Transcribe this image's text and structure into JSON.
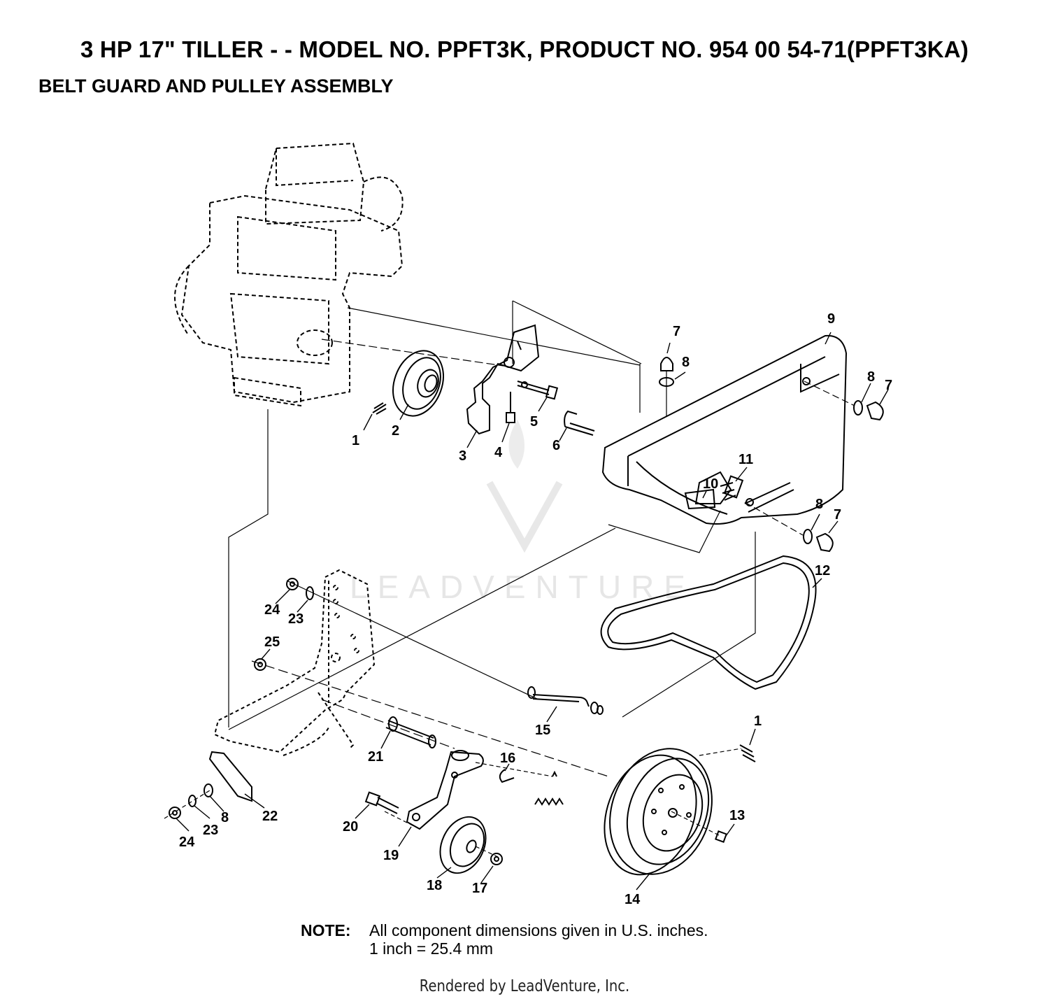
{
  "header": {
    "title": "3 HP 17\" TILLER - - MODEL NO. PPFT3K, PRODUCT NO. 954 00 54-71(PPFT3KA)",
    "subtitle": "BELT GUARD AND PULLEY ASSEMBLY"
  },
  "watermark": {
    "text": "LEADVENTURE"
  },
  "callouts": {
    "c1a": "1",
    "c2": "2",
    "c3": "3",
    "c4": "4",
    "c5": "5",
    "c6": "6",
    "c7a": "7",
    "c8a": "8",
    "c9": "9",
    "c8b": "8",
    "c7b": "7",
    "c11": "11",
    "c10": "10",
    "c8c": "8",
    "c7c": "7",
    "c12": "12",
    "c24a": "24",
    "c23a": "23",
    "c25": "25",
    "c15": "15",
    "c1b": "1",
    "c21": "21",
    "c16": "16",
    "c13": "13",
    "c20": "20",
    "c22": "22",
    "c8d": "8",
    "c23b": "23",
    "c24b": "24",
    "c19": "19",
    "c18": "18",
    "c17": "17",
    "c14": "14"
  },
  "note": {
    "label": "NOTE:",
    "line1": "All component dimensions given in U.S. inches.",
    "line2": "1 inch = 25.4 mm"
  },
  "footer": {
    "text": "Rendered by LeadVenture, Inc."
  }
}
